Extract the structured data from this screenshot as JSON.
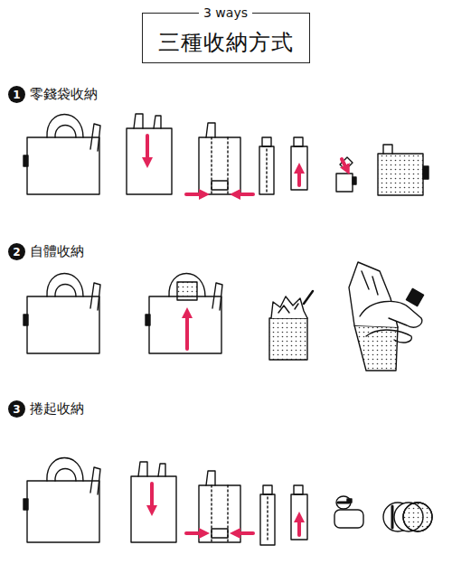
{
  "diagram": {
    "nodes": [
      {
        "text": [
          "3 ways",
          "三種收納方式"
        ]
      },
      {
        "text": [
          "1"
        ]
      },
      {
        "text": [
          "2"
        ]
      },
      {
        "text": [
          "3"
        ]
      }
    ],
    "labels": [
      "零錢袋收納",
      "自體收納",
      "捲起收納"
    ]
  }
}
